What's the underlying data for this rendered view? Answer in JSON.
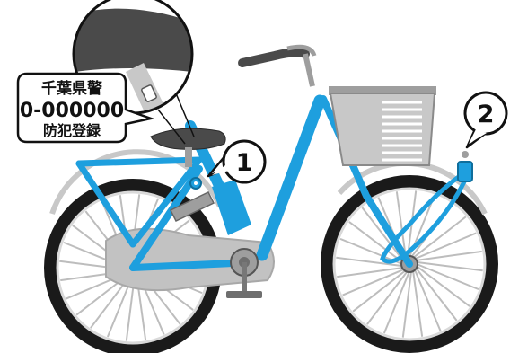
{
  "sticker": {
    "line1": "千葉県警",
    "line2": "0-000000",
    "line3": "防犯登録"
  },
  "callouts": [
    {
      "number": "1"
    },
    {
      "number": "2"
    }
  ],
  "colors": {
    "frame_blue": "#1e9fde",
    "tire_black": "#1a1a1a",
    "spoke_gray": "#bdbdbd",
    "saddle_dark": "#4a4a4a",
    "guard_gray": "#c8c8c8",
    "outline": "#111111"
  }
}
